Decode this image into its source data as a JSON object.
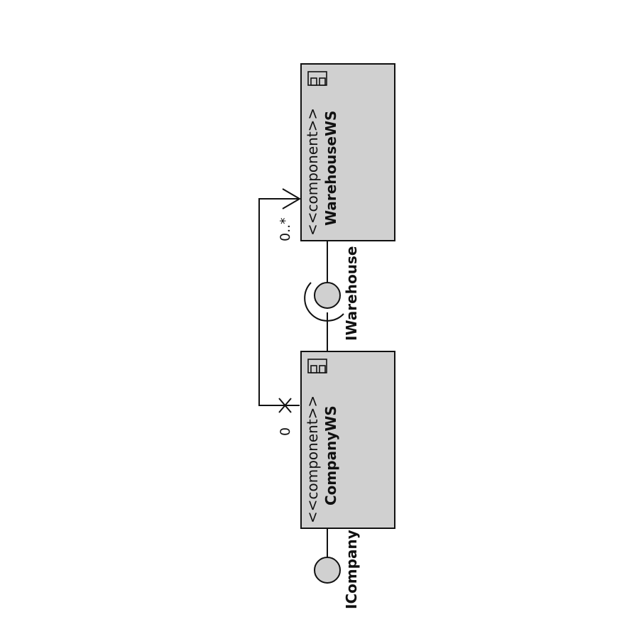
{
  "diagram": {
    "components": [
      {
        "id": "warehouse",
        "stereotype": "<<component>>",
        "name": "WarehouseWS"
      },
      {
        "id": "company",
        "stereotype": "<<component>>",
        "name": "CompanyWS"
      }
    ],
    "interfaces": {
      "warehouse": "IWarehouse",
      "company": "ICompany"
    },
    "association": {
      "target_multiplicity": "0..*",
      "source_multiplicity": "0"
    },
    "colors": {
      "component_fill": "#d0d0d0",
      "interface_fill": "#d0d0d0",
      "stroke": "#111111",
      "background": "#ffffff"
    }
  }
}
